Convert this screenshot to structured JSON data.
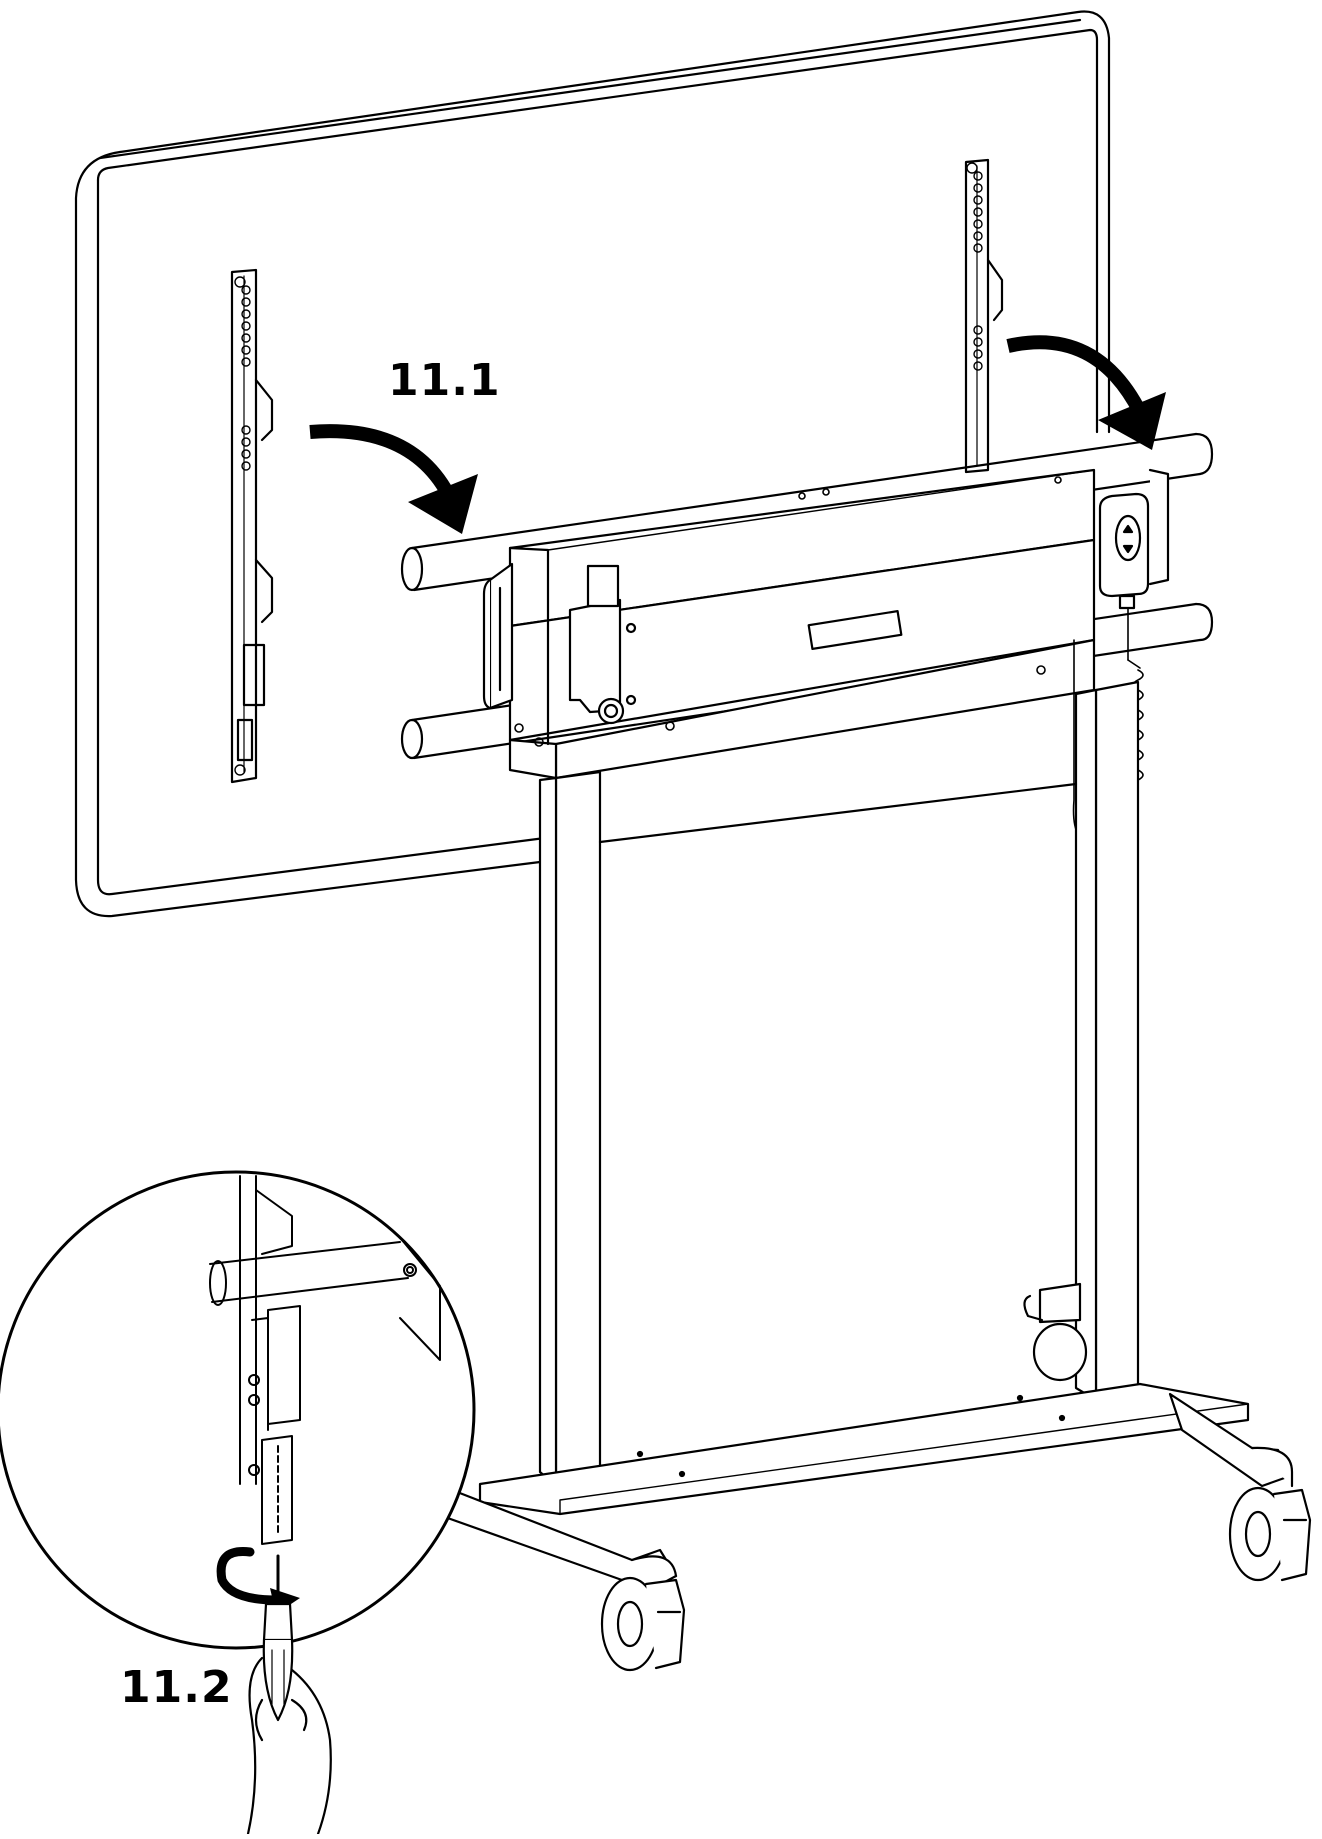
{
  "steps": [
    {
      "id": "11.1",
      "label": "11.1"
    },
    {
      "id": "11.2",
      "label": "11.2"
    }
  ],
  "colors": {
    "line": "#000000",
    "fill": "#ffffff",
    "arrow": "#000000"
  },
  "icons": [
    "curved-arrow-icon",
    "rotation-arrow-icon",
    "screwdriver-icon",
    "hand-icon"
  ]
}
